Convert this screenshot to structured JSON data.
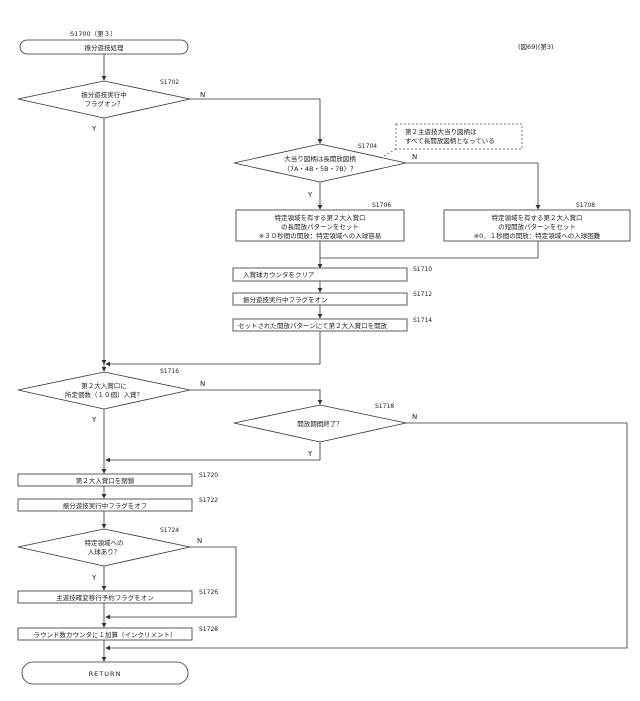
{
  "figure": {
    "top_label": "S1700（第３）",
    "corner_label": "(図69)(第3)",
    "start": "振分遊技処理",
    "end": "RETURN"
  },
  "steps": {
    "s1702": {
      "id": "S1702",
      "lines": [
        "振分遊技実行中",
        "フラグオン？"
      ]
    },
    "s1704": {
      "id": "S1704",
      "lines": [
        "大当り図柄は長開放図柄",
        "（7A・4B・5B・7B）？"
      ]
    },
    "note": {
      "lines": [
        "第２主遊技大当り図柄は",
        "すべて長開放図柄となっている"
      ]
    },
    "s1706": {
      "id": "S1706",
      "lines": [
        "特定領域を有する第２大入賞口",
        "の長開放パターンをセット",
        "※３０秒間の開放：特定領域への入球容易"
      ]
    },
    "s1708": {
      "id": "S1708",
      "lines": [
        "特定領域を有する第２大入賞口",
        "の短開放パターンをセット",
        "※0．１秒間の開放：特定領域への入球困難"
      ]
    },
    "s1710": {
      "id": "S1710",
      "text": "入賞球カウンタをクリア"
    },
    "s1712": {
      "id": "S1712",
      "text": "振分遊技実行中フラグをオン"
    },
    "s1714": {
      "id": "S1714",
      "text": "セットされた開放パターンにて第２大入賞口を開放"
    },
    "s1716": {
      "id": "S1716",
      "lines": [
        "第２大入賞口に",
        "所定個数（１０個）入賞？"
      ]
    },
    "s1718": {
      "id": "S1718",
      "text": "開放期間終了？"
    },
    "s1720": {
      "id": "S1720",
      "text": "第２大入賞口を閉鎖"
    },
    "s1722": {
      "id": "S1722",
      "text": "振分遊技実行中フラグをオフ"
    },
    "s1724": {
      "id": "S1724",
      "lines": [
        "特定領域への",
        "入球あり？"
      ]
    },
    "s1726": {
      "id": "S1726",
      "text": "主遊技確変移行予約フラグをオン"
    },
    "s1728": {
      "id": "S1728",
      "text": "ラウンド数カウンタに１加算（インクリメント）"
    }
  },
  "branch": {
    "yes": "Y",
    "no": "N"
  }
}
